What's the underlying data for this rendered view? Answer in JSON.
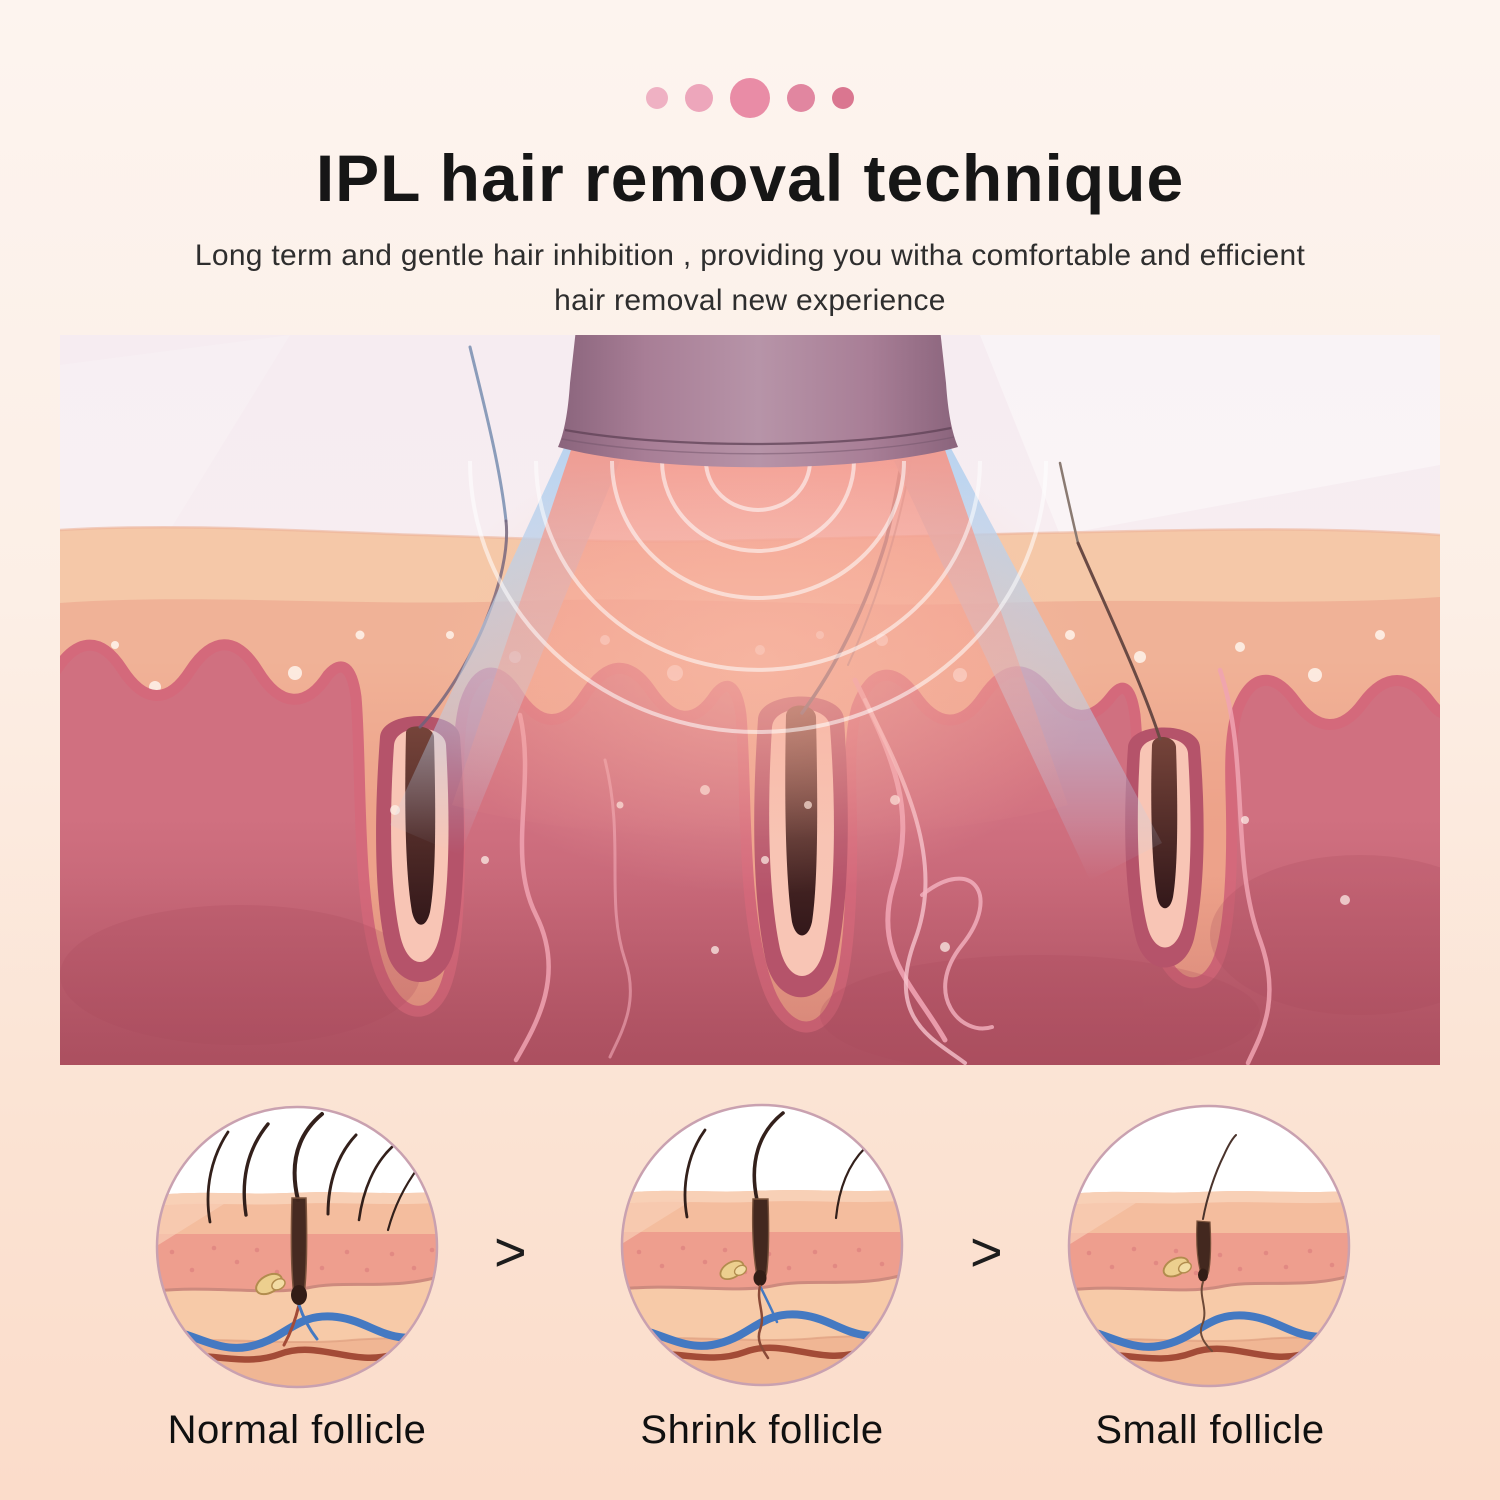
{
  "header": {
    "title": "IPL hair removal technique",
    "subtitle_line1": "Long term and gentle hair inhibition , providing you witha comfortable and efficient",
    "subtitle_line2": "hair removal new experience"
  },
  "decor": {
    "dots": [
      {
        "size": 22,
        "color": "#efb1c3"
      },
      {
        "size": 28,
        "color": "#eda6bb"
      },
      {
        "size": 40,
        "color": "#e98ca6"
      },
      {
        "size": 28,
        "color": "#e186a0"
      },
      {
        "size": 22,
        "color": "#da7690"
      }
    ]
  },
  "stages": {
    "arrow": ">",
    "items": [
      {
        "label": "Normal follicle"
      },
      {
        "label": "Shrink follicle"
      },
      {
        "label": "Small follicle"
      }
    ]
  },
  "palette": {
    "background_top": "#fdf4ef",
    "background_bottom": "#fbdcca",
    "device_body": "#a87e96",
    "skin_epidermis": "#f2bb9d",
    "skin_dermis": "#c5626f",
    "light_cone_pink": "#f39a8e",
    "light_beam_blue": "#b7d2ef",
    "vessel_blue": "#4479c2",
    "vessel_red": "#a34b37",
    "text": "#161616"
  }
}
